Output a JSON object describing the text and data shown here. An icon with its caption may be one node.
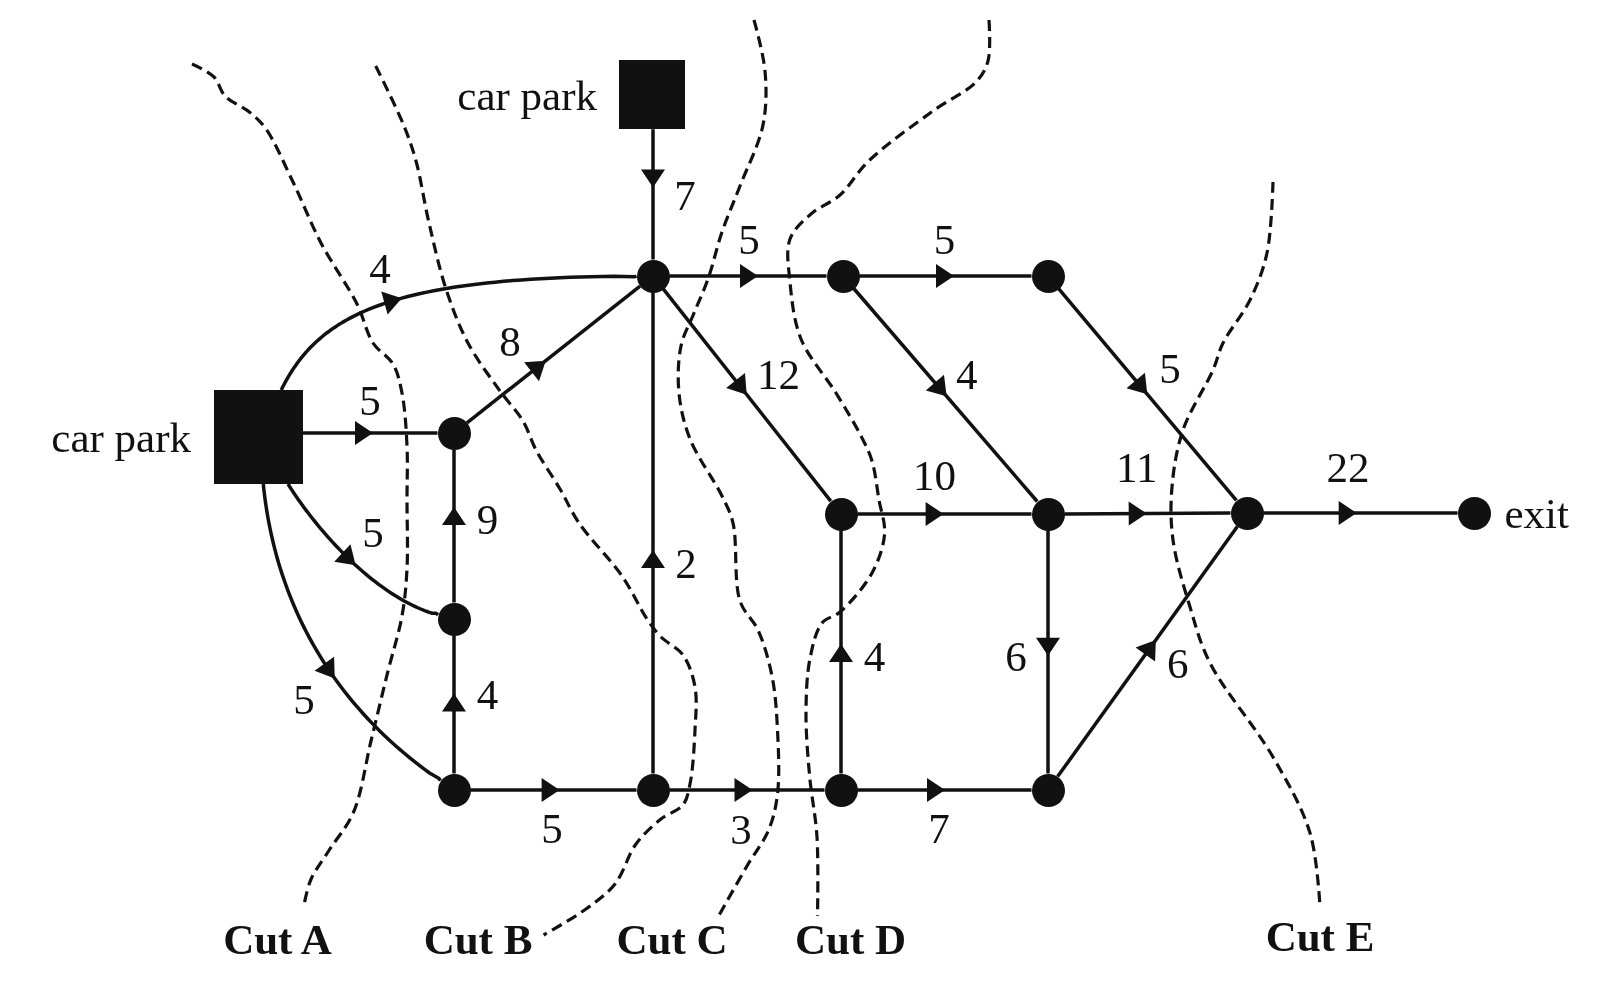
{
  "diagram": {
    "nodes": [
      {
        "text": [],
        "shape": "box",
        "beside": [
          "car park"
        ]
      },
      {
        "text": [],
        "shape": "circle"
      },
      {
        "text": [],
        "shape": "circle"
      },
      {
        "text": [],
        "shape": "circle"
      },
      {
        "text": [],
        "shape": "box",
        "beside": [
          "car park"
        ]
      },
      {
        "text": [],
        "shape": "circle"
      },
      {
        "text": [],
        "shape": "circle"
      },
      {
        "text": [],
        "shape": "circle"
      },
      {
        "text": [],
        "shape": "circle"
      },
      {
        "text": [],
        "shape": "circle"
      },
      {
        "text": [],
        "shape": "circle"
      },
      {
        "text": [],
        "shape": "circle"
      },
      {
        "text": [],
        "shape": "circle"
      },
      {
        "text": [],
        "shape": "circle"
      },
      {
        "text": [],
        "shape": "circle",
        "beside": [
          "exit"
        ]
      }
    ],
    "edges": [
      {
        "from": 0,
        "to": 5,
        "arrow": "to",
        "label": "4"
      },
      {
        "from": 0,
        "to": 1,
        "arrow": "to",
        "label": "5"
      },
      {
        "from": 0,
        "to": 2,
        "arrow": "to",
        "label": "5"
      },
      {
        "from": 0,
        "to": 3,
        "arrow": "to",
        "label": "5"
      },
      {
        "from": 1,
        "to": 5,
        "arrow": "to",
        "label": "8"
      },
      {
        "from": 2,
        "to": 1,
        "arrow": "to",
        "label": "9"
      },
      {
        "from": 3,
        "to": 2,
        "arrow": "to",
        "label": "4"
      },
      {
        "from": 3,
        "to": 6,
        "arrow": "to",
        "label": "5"
      },
      {
        "from": 4,
        "to": 5,
        "arrow": "to",
        "label": "7"
      },
      {
        "from": 6,
        "to": 5,
        "arrow": "to",
        "label": "2"
      },
      {
        "from": 5,
        "to": 7,
        "arrow": "to",
        "label": "5"
      },
      {
        "from": 5,
        "to": 8,
        "arrow": "to",
        "label": "12"
      },
      {
        "from": 6,
        "to": 9,
        "arrow": "to",
        "label": "3"
      },
      {
        "from": 7,
        "to": 10,
        "arrow": "to",
        "label": "5"
      },
      {
        "from": 7,
        "to": 11,
        "arrow": "to",
        "label": "4"
      },
      {
        "from": 8,
        "to": 11,
        "arrow": "to",
        "label": "10"
      },
      {
        "from": 9,
        "to": 8,
        "arrow": "to",
        "label": "4"
      },
      {
        "from": 9,
        "to": 12,
        "arrow": "to",
        "label": "7"
      },
      {
        "from": 10,
        "to": 13,
        "arrow": "to",
        "label": "5"
      },
      {
        "from": 11,
        "to": 13,
        "arrow": "to",
        "label": "11"
      },
      {
        "from": 11,
        "to": 12,
        "arrow": "to",
        "label": "6"
      },
      {
        "from": 12,
        "to": 13,
        "arrow": "to",
        "label": "6"
      },
      {
        "from": 13,
        "to": 14,
        "arrow": "to",
        "label": "22"
      }
    ],
    "labels": [
      "Cut A",
      "Cut B",
      "Cut C",
      "Cut D",
      "Cut E"
    ]
  }
}
